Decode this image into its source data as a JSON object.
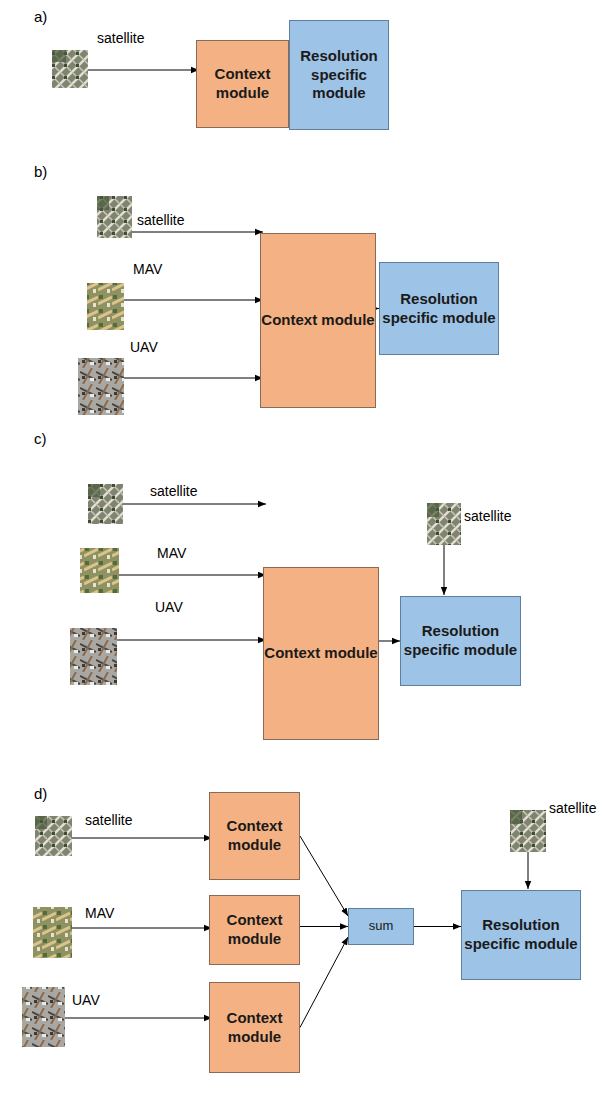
{
  "diagram": {
    "nodes": [
      {
        "text": [
          "Context module"
        ]
      },
      {
        "text": [
          "Resolution specific module"
        ]
      },
      {
        "text": [
          "Context module"
        ]
      },
      {
        "text": [
          "Resolution specific module"
        ]
      },
      {
        "text": [
          "Context module"
        ]
      },
      {
        "text": [
          "Resolution specific module"
        ]
      },
      {
        "text": [
          "Context module"
        ]
      },
      {
        "text": [
          "Context module"
        ]
      },
      {
        "text": [
          "Context module"
        ]
      },
      {
        "text": [
          "sum"
        ]
      },
      {
        "text": [
          "Resolution specific module"
        ]
      }
    ],
    "edges": [
      {
        "from": 0,
        "to": 1,
        "arrow": "to"
      },
      {
        "from": 2,
        "to": 3,
        "arrow": "to"
      },
      {
        "from": 4,
        "to": 5,
        "arrow": "to"
      },
      {
        "from": 6,
        "to": 9,
        "arrow": "to"
      },
      {
        "from": 7,
        "to": 9,
        "arrow": "to"
      },
      {
        "from": 8,
        "to": 9,
        "arrow": "to"
      },
      {
        "from": 9,
        "to": 10,
        "arrow": "to"
      }
    ],
    "labels": [
      "a)",
      "satellite",
      "b)",
      "satellite",
      "MAV",
      "UAV",
      "c)",
      "satellite",
      "MAV",
      "UAV",
      "satellite",
      "d)",
      "satellite",
      "MAV",
      "UAV",
      "satellite"
    ]
  }
}
